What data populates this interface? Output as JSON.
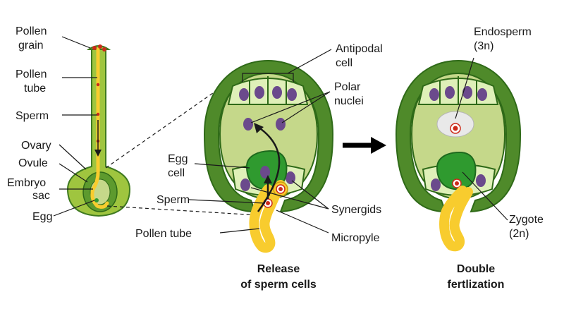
{
  "labels": {
    "pollen_grain": [
      "Pollen",
      "grain"
    ],
    "pollen_tube": [
      "Pollen",
      "tube"
    ],
    "sperm_left": "Sperm",
    "ovary": "Ovary",
    "ovule": "Ovule",
    "embryo_sac": [
      "Embryo",
      "sac"
    ],
    "egg": "Egg",
    "antipodal_cell": [
      "Antipodal",
      "cell"
    ],
    "polar_nuclei": [
      "Polar",
      "nuclei"
    ],
    "egg_cell": [
      "Egg",
      "cell"
    ],
    "sperm_mid": "Sperm",
    "pollen_tube_mid": "Pollen tube",
    "synergids": "Synergids",
    "micropyle": "Micropyle",
    "endosperm": [
      "Endosperm",
      "(3n)"
    ],
    "zygote": [
      "Zygote",
      "(2n)"
    ]
  },
  "captions": {
    "release": [
      "Release",
      "of sperm cells"
    ],
    "double": [
      "Double",
      "fertlization"
    ]
  },
  "colors": {
    "integument": "#4f8a2a",
    "sac": "#c5d88a",
    "cell_light": "#dff0b8",
    "egg_green": "#2f9a2f",
    "nucleus": "#6b4a8c",
    "tube_yellow": "#f8cc2e",
    "sperm_red": "#cc2a1a",
    "pistil": "#9fc53f",
    "endosperm_white": "#e9e9e9"
  }
}
